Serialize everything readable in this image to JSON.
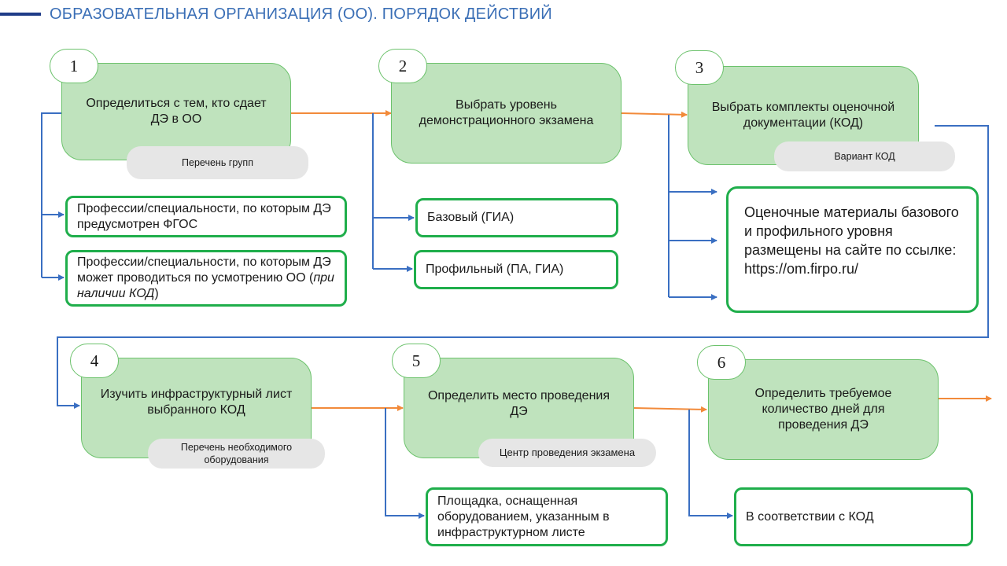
{
  "header": {
    "title": "ОБРАЗОВАТЕЛЬНАЯ ОРГАНИЗАЦИЯ (ОО). ПОРЯДОК ДЕЙСТВИЙ"
  },
  "steps": [
    {
      "number": "1",
      "label": "Определиться с тем, кто сдает ДЭ в ОО",
      "tag": "Перечень групп"
    },
    {
      "number": "2",
      "label": "Выбрать уровень демонстрационного экзамена"
    },
    {
      "number": "3",
      "label": "Выбрать комплекты оценочной документации (КОД)",
      "tag": "Вариант КОД"
    },
    {
      "number": "4",
      "label": "Изучить инфраструктурный лист выбранного КОД",
      "tag": "Перечень необходимого оборудования"
    },
    {
      "number": "5",
      "label": "Определить место проведения ДЭ",
      "tag": "Центр проведения экзамена"
    },
    {
      "number": "6",
      "label": "Определить требуемое количество дней для проведения ДЭ"
    }
  ],
  "options": {
    "step1": [
      {
        "text": "Профессии/специальности, по которым ДЭ предусмотрен ФГОС"
      },
      {
        "text": "Профессии/специальности, по которым ДЭ может проводиться по усмотрению ОО (",
        "italic": "при наличии КОД",
        "after": ")"
      }
    ],
    "step2": [
      {
        "text": "Базовый (ГИА)"
      },
      {
        "text": "Профильный (ПА, ГИА)"
      }
    ],
    "step3": [
      {
        "text": "Оценочные материалы базового и профильного уровня размещены на сайте по ссылке: https://om.firpo.ru/"
      }
    ],
    "step5": [
      {
        "text": "Площадка, оснащенная оборудованием, указанным в инфраструктурном листе"
      }
    ],
    "step6": [
      {
        "text": "В соответствии с КОД"
      }
    ]
  },
  "colors": {
    "title": "#3b6fb6",
    "step_fill": "#bfe3bd",
    "option_border": "#1fae4b",
    "flow_arrow": "#f28a3a",
    "branch_line": "#3a6fc2",
    "tag_fill": "#e6e6e6"
  }
}
